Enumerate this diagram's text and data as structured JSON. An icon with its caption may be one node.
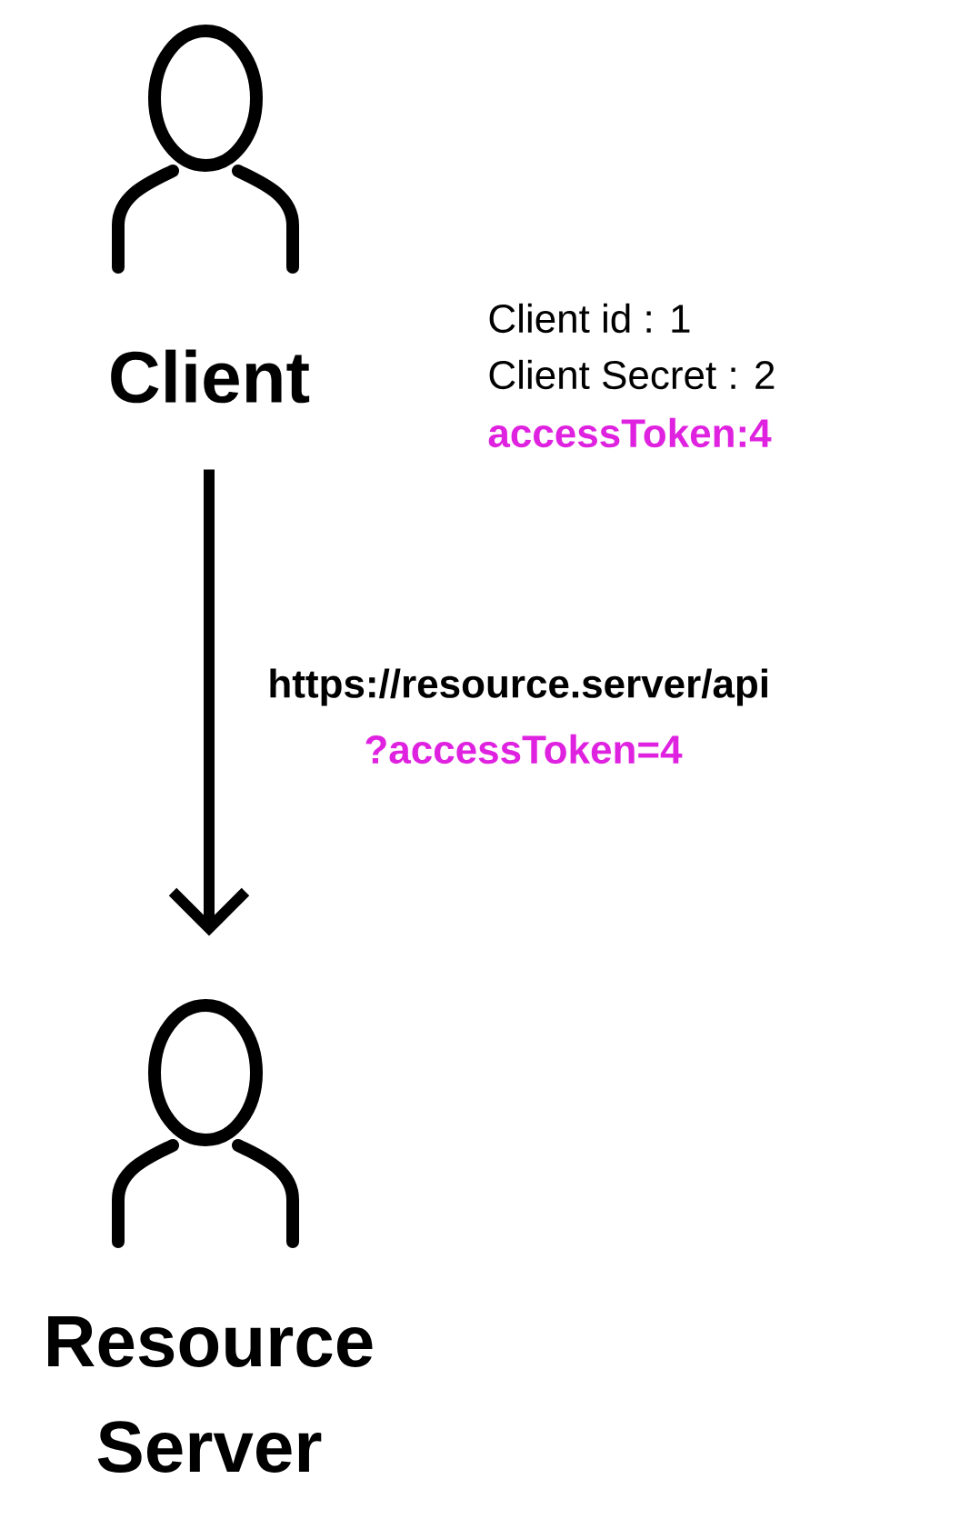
{
  "diagram": {
    "nodes": [
      {
        "text": [
          "Client"
        ]
      },
      {
        "text": [
          "Resource Server"
        ]
      }
    ],
    "edges": [
      {
        "from": 0,
        "to": 1,
        "arrow": "to",
        "label": "https://resource.server/api"
      }
    ],
    "labels": [
      "Client id : 1",
      "Client Secret : 2",
      "accessToken:4",
      "?accessToken=4"
    ]
  }
}
